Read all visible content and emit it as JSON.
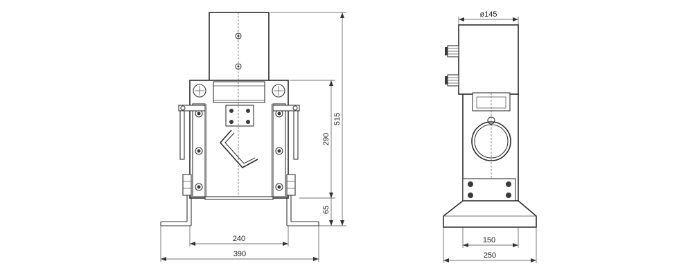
{
  "front_view": {
    "dimensions": {
      "total_height": "515",
      "body_height": "290",
      "base_height": "65",
      "inner_width": "240",
      "outer_width": "390"
    }
  },
  "side_view": {
    "dimensions": {
      "diameter": "ø145",
      "inner_width": "150",
      "outer_width": "250"
    }
  }
}
